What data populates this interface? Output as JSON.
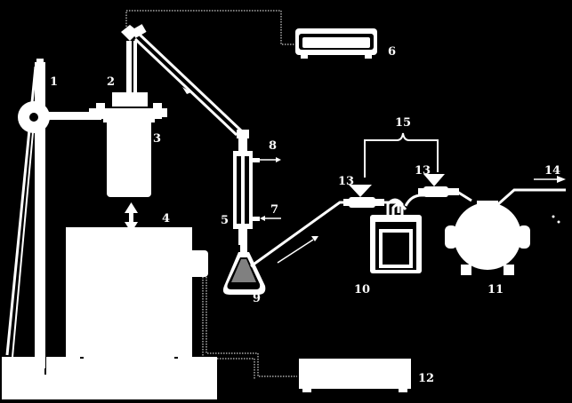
{
  "labels": {
    "l1": "1",
    "l2": "2",
    "l3": "3",
    "l4": "4",
    "l5": "5",
    "l6": "6",
    "l7": "7",
    "l8": "8",
    "l9": "9",
    "l10": "10",
    "l11": "11",
    "l12": "12",
    "l13a": "13",
    "l13b": "13",
    "l14": "14",
    "l15": "15"
  },
  "colors": {
    "background": "#000000",
    "foreground": "#ffffff"
  }
}
